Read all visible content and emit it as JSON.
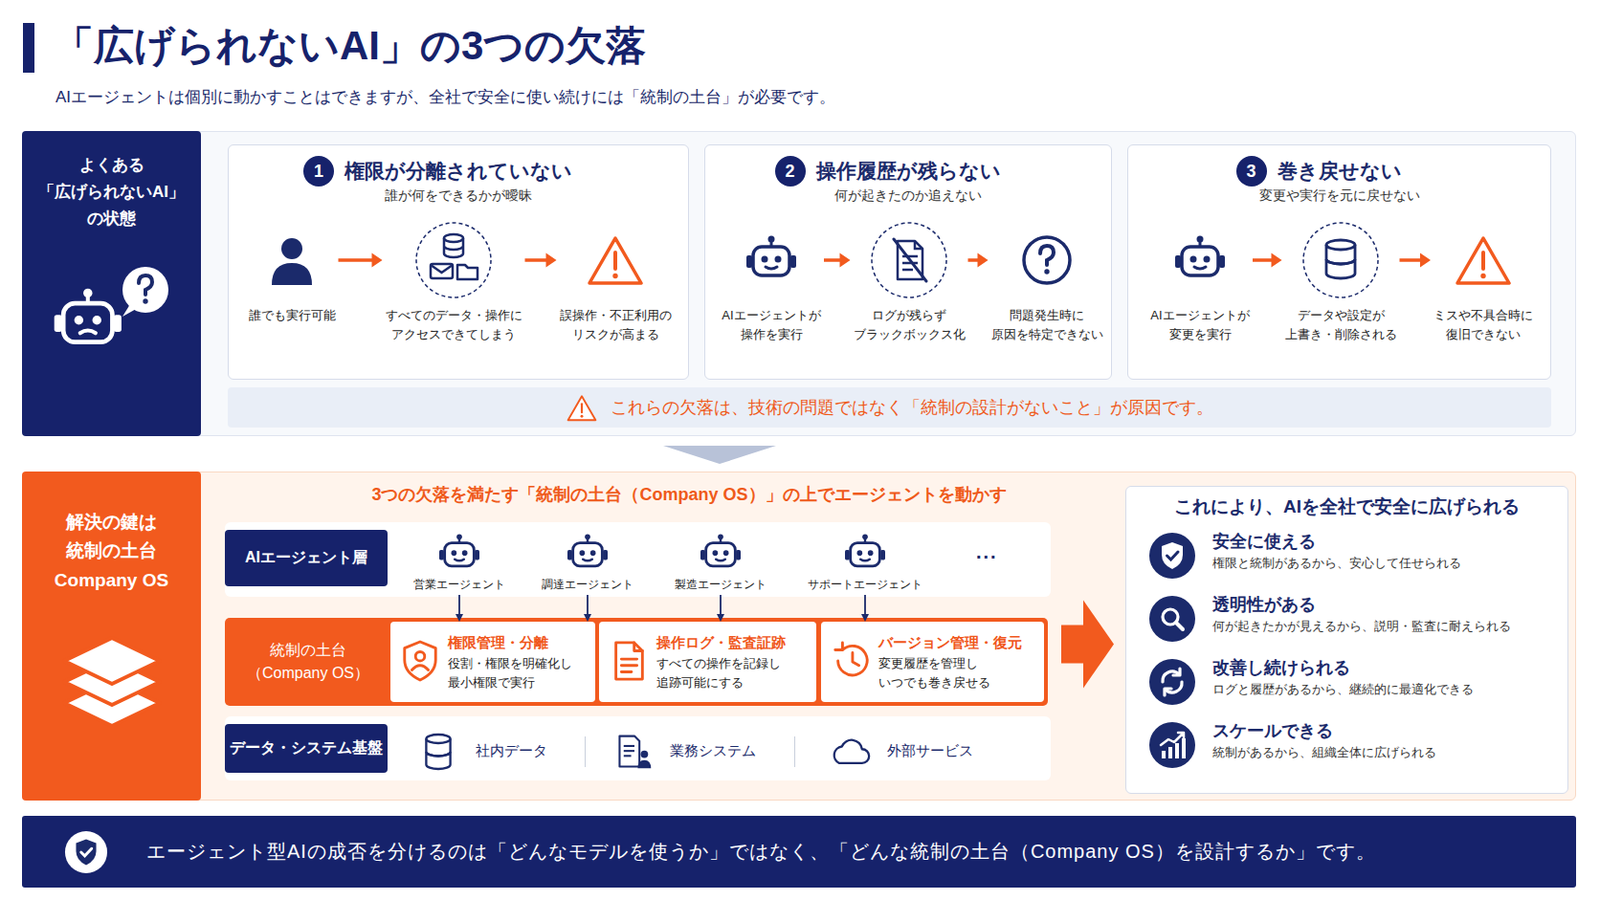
{
  "diagram": {
    "title": "「広げられないAI」の3つの欠落",
    "nodes": [
      {
        "text": [
          "よくある 「広げられないAI」 の状態"
        ]
      },
      {
        "text": [
          "権限が分離されていない",
          "誰が何をできるかが曖昧"
        ]
      },
      {
        "text": [
          "1"
        ],
        "in": 1
      },
      {
        "text": [
          "誰でも実行可能"
        ],
        "in": 1
      },
      {
        "text": [
          "すべてのデータ・操作に アクセスできてしまう"
        ],
        "in": 1
      },
      {
        "text": [
          "誤操作・不正利用の リスクが高まる"
        ],
        "in": 1
      },
      {
        "text": [
          "操作履歴が残らない",
          "何が起きたのか追えない"
        ]
      },
      {
        "text": [
          "2"
        ],
        "in": 6
      },
      {
        "text": [
          "AIエージェントが 操作を実行"
        ],
        "in": 6
      },
      {
        "text": [
          "ログが残らず ブラックボックス化"
        ],
        "in": 6
      },
      {
        "text": [
          "問題発生時に 原因を特定できない"
        ],
        "in": 6
      },
      {
        "text": [
          "巻き戻せない",
          "変更や実行を元に戻せない"
        ]
      },
      {
        "text": [
          "3"
        ],
        "in": 11
      },
      {
        "text": [
          "AIエージェントが 変更を実行"
        ],
        "in": 11
      },
      {
        "text": [
          "データや設定が 上書き・削除される"
        ],
        "in": 11
      },
      {
        "text": [
          "ミスや不具合時に 復旧できない"
        ],
        "in": 11
      },
      {
        "text": [
          "これらの欠落は、技術の問題ではなく「統制の設計がないこと」が原因です。"
        ]
      },
      {
        "text": [
          "解決の鍵は 統制の土台 Company OS"
        ]
      },
      {
        "text": [
          "AIエージェント層"
        ]
      },
      {
        "text": [
          "営業エージェント"
        ]
      },
      {
        "text": [
          "調達エージェント"
        ]
      },
      {
        "text": [
          "製造エージェント"
        ]
      },
      {
        "text": [
          "サポートエージェント"
        ]
      },
      {
        "text": [
          "統制の土台 （Company OS）"
        ]
      },
      {
        "text": [
          "権限管理・分離",
          "役割・権限を明確化し 最小権限で実行"
        ],
        "in": 23
      },
      {
        "text": [
          "操作ログ・監査証跡",
          "すべての操作を記録し 追跡可能にする"
        ],
        "in": 23
      },
      {
        "text": [
          "バージョン管理・復元",
          "変更履歴を管理し いつでも巻き戻せる"
        ],
        "in": 23
      },
      {
        "text": [
          "データ・システム基盤"
        ]
      },
      {
        "text": [
          "これにより、AIを全社で安全に広げられる"
        ]
      },
      {
        "text": [
          "安全に使える",
          "権限と統制があるから、安心して任せられる"
        ],
        "in": 28
      },
      {
        "text": [
          "透明性がある",
          "何が起きたかが見えるから、説明・監査に耐えられる"
        ],
        "in": 28
      },
      {
        "text": [
          "改善し続けられる",
          "ログと履歴があるから、継続的に最適化できる"
        ],
        "in": 28
      },
      {
        "text": [
          "スケールできる",
          "統制があるから、組織全体に広げられる"
        ],
        "in": 28
      },
      {
        "text": [
          "エージェント型AIの成否を分けるのは「どんなモデルを使うか」ではなく、「どんな統制の土台（Company OS）を設計するか」です。"
        ]
      }
    ],
    "edges": [
      {
        "from": 3,
        "to": 4,
        "arrow": "to"
      },
      {
        "from": 4,
        "to": 5,
        "arrow": "to"
      },
      {
        "from": 8,
        "to": 9,
        "arrow": "to"
      },
      {
        "from": 9,
        "to": 10,
        "arrow": "to"
      },
      {
        "from": 13,
        "to": 14,
        "arrow": "to"
      },
      {
        "from": 14,
        "to": 15,
        "arrow": "to"
      },
      {
        "from": 19,
        "to": 24,
        "arrow": "to"
      },
      {
        "from": 20,
        "to": 24,
        "arrow": "to"
      },
      {
        "from": 21,
        "to": 25,
        "arrow": "to"
      },
      {
        "from": 22,
        "to": 26,
        "arrow": "to"
      },
      {
        "from": 23,
        "to": 28,
        "arrow": "to"
      }
    ],
    "labels": [
      "AIエージェントは個別に動かすことはできますが、全社で安全に使い続けには「統制の土台」が必要です。",
      "3つの欠落を満たす「統制の土台（Company OS）」の上でエージェントを動かす",
      "...",
      "社内データ",
      "業務システム",
      "外部サービス"
    ]
  }
}
